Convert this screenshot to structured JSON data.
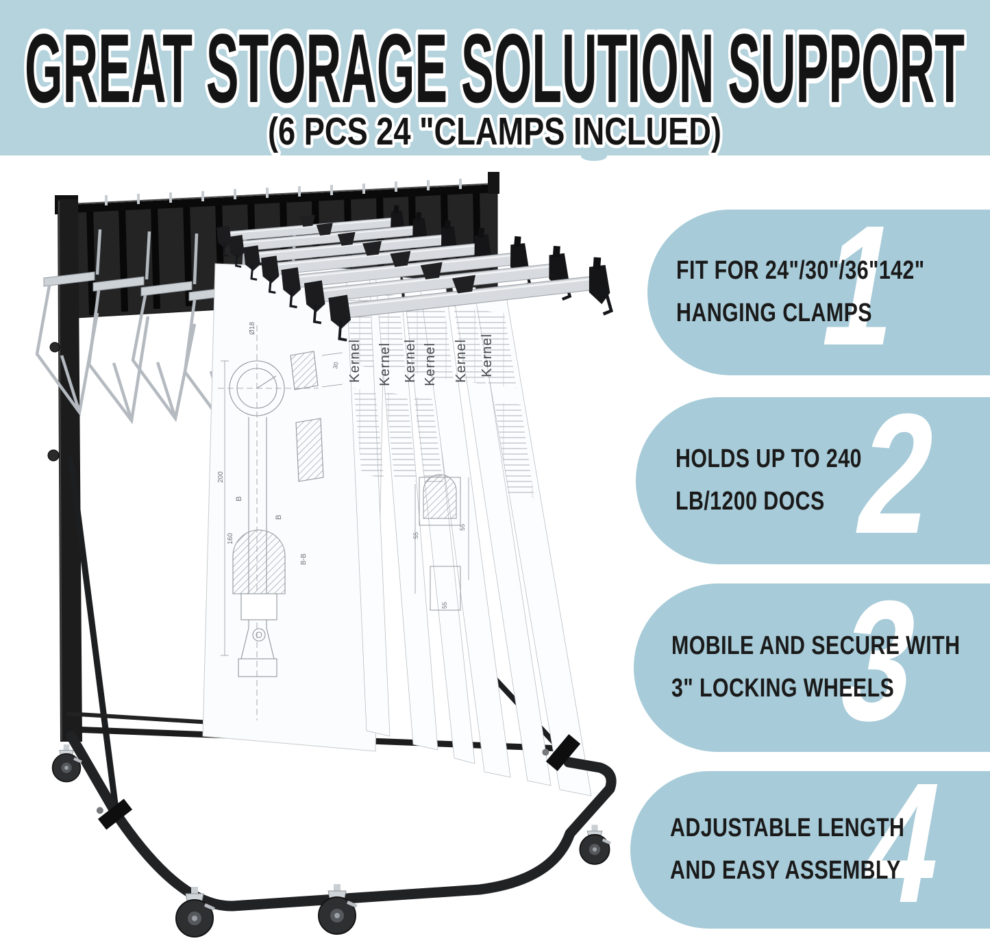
{
  "colors": {
    "band": "#b4d3dd",
    "bubble": "#a7cbd8",
    "text": "#1a1a1a",
    "number": "#ffffff",
    "frame": "#1d1e20"
  },
  "header": {
    "title": "GREAT STORAGE SOLUTION SUPPORT",
    "subtitle": "(6 PCS 24 \"CLAMPS INCLUED)"
  },
  "features": [
    {
      "number": "1",
      "line1": "FIT FOR 24\"/30\"/36\"142\"",
      "line2": "HANGING CLAMPS"
    },
    {
      "number": "2",
      "line1": "HOLDS UP TO 240",
      "line2": "LB/1200 DOCS"
    },
    {
      "number": "3",
      "line1": "MOBILE AND SECURE WITH",
      "line2": "3\" LOCKING WHEELS"
    },
    {
      "number": "4",
      "line1": "ADJUSTABLE LENGTH",
      "line2": "AND EASY ASSEMBLY"
    }
  ],
  "photo": {
    "kernel_labels": [
      "Kernel",
      "Kernel",
      "Kernel",
      "Kernel",
      "Kernel",
      "Kernel"
    ],
    "drawing_labels": [
      "Ø18",
      "200",
      "160",
      "B",
      "B",
      "30",
      "55",
      "55",
      "55",
      "B-B"
    ]
  }
}
